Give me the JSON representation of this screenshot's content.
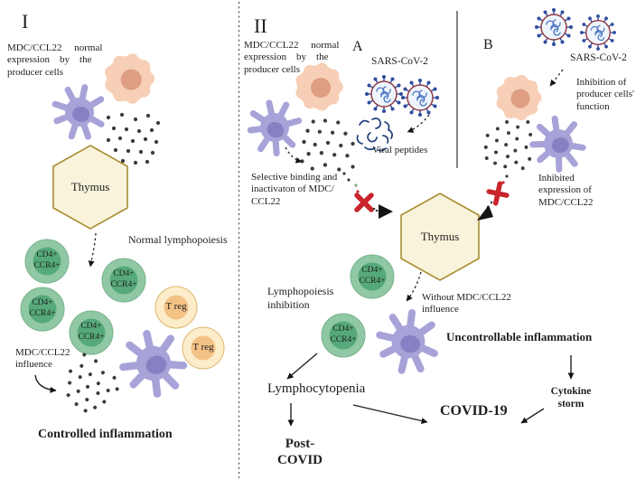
{
  "figure": {
    "panel1": {
      "label": "I",
      "producer_text": "MDC/CCL22     normal\nexpression    by    the\nproducer cells",
      "thymus": "Thymus",
      "normal_lymphopoiesis": "Normal lymphopoiesis",
      "influence": "MDC/CCL22\ninfluence",
      "caption": "Controlled inflammation"
    },
    "panel2": {
      "label": "II",
      "producer_text": "MDC/CCL22     normal\nexpression    by    the\nproducer cells",
      "section_a": "A",
      "section_b": "B",
      "sars_a": "SARS-CoV-2",
      "sars_b": "SARS-CoV-2",
      "viral_peptides": "Viral peptides",
      "selective_binding": "Selective binding and\ninactivaton of MDC/\nCCL22",
      "thymus": "Thymus",
      "inhibition_producer": "Inhibition of\nproducer cells'\nfunction",
      "inhibited_expression": "Inhibited\nexpression of\nMDC/CCL22",
      "lymphopoiesis_inhibition": "Lymphopoiesis\ninhibition",
      "without_influence": "Without MDC/CCL22\ninfluence",
      "uncontrollable": "Uncontrollable inflammation",
      "lymphocytopenia": "Lymphocytopenia",
      "cytokine_storm": "Cytokine\nstorm",
      "covid19": "COVID-19",
      "post_covid": "Post-\nCOVID"
    },
    "cell_labels": {
      "cd4": "CD4+\nCCR4+",
      "treg": "T reg"
    },
    "colors": {
      "producer_cell": "#f7cfb6",
      "producer_nucleus": "#dd9e83",
      "dendritic_cell": "#a7a3d8",
      "dendritic_nucleus": "#8781c4",
      "tcell_outer": "#90c8a5",
      "tcell_inner": "#56a97a",
      "treg_outer": "#fcecca",
      "treg_inner": "#f3c285",
      "thymus_fill": "#f8f3da",
      "thymus_border": "#a98d33",
      "virus_blue": "#2e4d9e",
      "virus_ring": "#8f3a47",
      "inhibit_red": "#c9252c",
      "dots": "#3b3b3b"
    }
  }
}
